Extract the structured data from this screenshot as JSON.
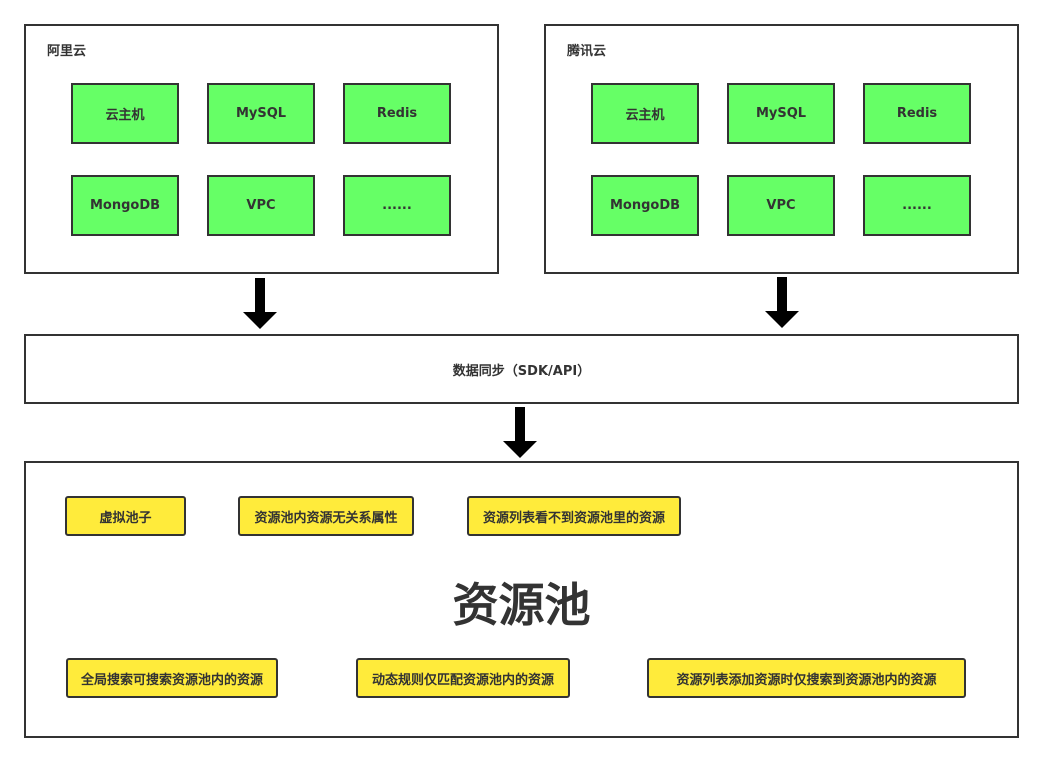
{
  "aliyun": {
    "title": "阿里云",
    "services": [
      "云主机",
      "MySQL",
      "Redis",
      "MongoDB",
      "VPC",
      "......"
    ]
  },
  "tencent": {
    "title": "腾讯云",
    "services": [
      "云主机",
      "MySQL",
      "Redis",
      "MongoDB",
      "VPC",
      "......"
    ]
  },
  "sync": {
    "label": "数据同步（SDK/API）"
  },
  "pool": {
    "title": "资源池",
    "features_top": [
      "虚拟池子",
      "资源池内资源无关系属性",
      "资源列表看不到资源池里的资源"
    ],
    "features_bottom": [
      "全局搜索可搜索资源池内的资源",
      "动态规则仅匹配资源池内的资源",
      "资源列表添加资源时仅搜索到资源池内的资源"
    ]
  },
  "colors": {
    "service": "#66ff66",
    "feature": "#ffeb3b",
    "border": "#333333"
  }
}
